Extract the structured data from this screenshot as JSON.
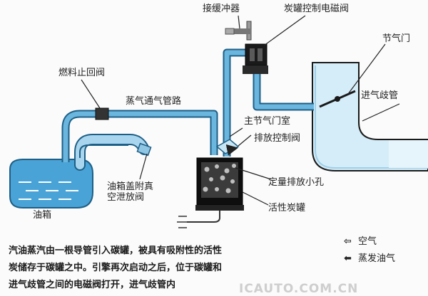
{
  "labels": {
    "connector": "接缓冲器",
    "solenoid": "炭罐控制电磁阀",
    "throttle_valve": "节气门",
    "fuel_check_valve": "燃料止回阀",
    "vapor_pipe": "蒸气通气管路",
    "intake_manifold": "进气歧管",
    "throttle_chamber": "主节气门室",
    "purge_valve": "排放控制阀",
    "orifice": "定量排放小孔",
    "tank_cap_valve": [
      "油箱盖附真",
      "空泄放阀"
    ],
    "activated_carbon": "活性炭罐",
    "fuel_tank": "油箱"
  },
  "caption": [
    "汽油蒸汽由一根导管引入碳罐，被具有吸附性的活性",
    "炭储存于碳罐之中。引擎再次启动之后，位于碳罐和",
    "进气歧管之间的电磁阀打开，进气歧管内"
  ],
  "legend": {
    "air": "空气",
    "vapor": "蒸发油气"
  },
  "watermark": "ICAUTO.COM.CN",
  "colors": {
    "pipe_fill": "#6ab6de",
    "pipe_outline": "#1e5f86",
    "tank": "#4aa3d6",
    "manifold": "#d5edf8",
    "canister": "#0e0e0e",
    "background": "#fbfbfb"
  }
}
